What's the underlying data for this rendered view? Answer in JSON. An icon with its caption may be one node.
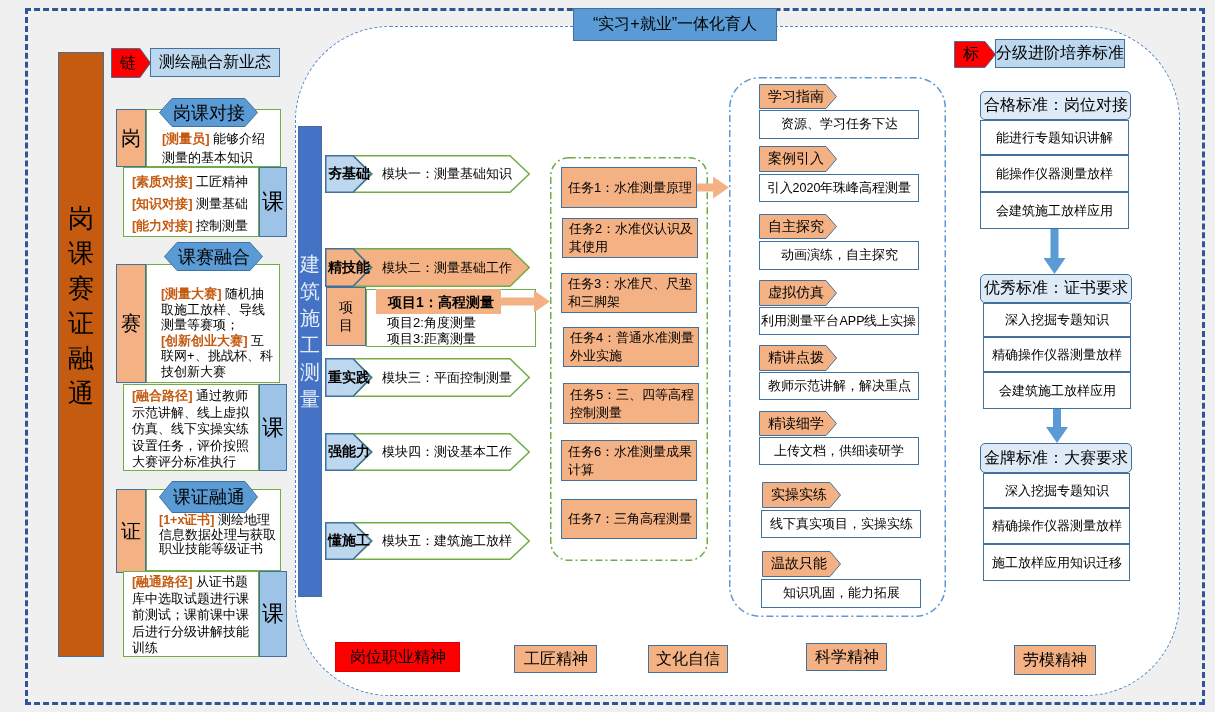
{
  "diagram": {
    "nodes": [
      {
        "text": [
          "“实习+就业”一体化育人"
        ]
      },
      {
        "text": [
          "岗课赛证融通"
        ]
      },
      {
        "text": [
          "链"
        ]
      },
      {
        "text": [
          "测绘融合新业态"
        ]
      },
      {
        "text": [
          "岗课对接"
        ]
      },
      {
        "text": [
          "岗"
        ]
      },
      {
        "text": [
          "**[测量员]** 能够介绍测量的基本知识"
        ]
      },
      {
        "text": [
          "**[素质对接]** 工匠精神",
          "**[知识对接]** 测量基础",
          "**[能力对接]** 控制测量"
        ]
      },
      {
        "text": [
          "课"
        ]
      },
      {
        "text": [
          "课赛融合"
        ]
      },
      {
        "text": [
          "赛"
        ]
      },
      {
        "text": [
          "**[测量大赛]** 随机抽取施工放样、导线测量等赛项；",
          "**[创新创业大赛]** 互联网+、挑战杯、科技创新大赛"
        ]
      },
      {
        "text": [
          "**[融合路径]** 通过教师示范讲解、线上虚拟仿真、线下实操实练设置任务，评价按照大赛评分标准执行"
        ]
      },
      {
        "text": [
          "课"
        ]
      },
      {
        "text": [
          "课证融通"
        ]
      },
      {
        "text": [
          "证"
        ]
      },
      {
        "text": [
          "**[1+x证书]** 测绘地理信息数据处理与获取职业技能等级证书"
        ]
      },
      {
        "text": [
          "**[融通路径]** 从证书题库中选取试题进行课前测试；课前课中课后进行分级讲解技能训练"
        ]
      },
      {
        "text": [
          "课"
        ]
      },
      {
        "text": [
          "建筑施工测量"
        ]
      },
      {
        "text": [
          "夯基础",
          "模块一：测量基础知识"
        ]
      },
      {
        "text": [
          "精技能",
          "模块二：测量基础工作"
        ]
      },
      {
        "text": [
          "项目"
        ]
      },
      {
        "text": [
          "项目2:角度测量",
          "项目3:距离测量"
        ]
      },
      {
        "text": [
          "项目1：高程测量"
        ],
        "in": 23
      },
      {
        "text": [
          "重实践",
          "模块三：平面控制测量"
        ]
      },
      {
        "text": [
          "强能力",
          "模块四：测设基本工作"
        ]
      },
      {
        "text": [
          "懂施工",
          "模块五：建筑施工放样"
        ]
      },
      {
        "text": [],
        "shape": "box"
      },
      {
        "text": [
          "任务1：水准测量原理"
        ],
        "in": 28
      },
      {
        "text": [
          "任务2：水准仪认识及其使用"
        ],
        "in": 28
      },
      {
        "text": [
          "任务3：水准尺、尺垫和三脚架"
        ],
        "in": 28
      },
      {
        "text": [
          "任务4：普通水准测量外业实施"
        ],
        "in": 28
      },
      {
        "text": [
          "任务5：三、四等高程控制测量"
        ],
        "in": 28
      },
      {
        "text": [
          "任务6：水准测量成果计算"
        ],
        "in": 28
      },
      {
        "text": [
          "任务7：三角高程测量"
        ],
        "in": 28
      },
      {
        "text": [],
        "shape": "box"
      },
      {
        "text": [
          "学习指南"
        ],
        "in": 36
      },
      {
        "text": [
          "资源、学习任务下达"
        ],
        "in": 36
      },
      {
        "text": [
          "案例引入"
        ],
        "in": 36
      },
      {
        "text": [
          "引入2020年珠峰高程测量"
        ],
        "in": 36
      },
      {
        "text": [
          "自主探究"
        ],
        "in": 36
      },
      {
        "text": [
          "动画演练，自主探究"
        ],
        "in": 36
      },
      {
        "text": [
          "虚拟仿真"
        ],
        "in": 36
      },
      {
        "text": [
          "利用测量平台APP线上实操"
        ],
        "in": 36
      },
      {
        "text": [
          "精讲点拨"
        ],
        "in": 36
      },
      {
        "text": [
          "教师示范讲解，解决重点"
        ],
        "in": 36
      },
      {
        "text": [
          "精读细学"
        ],
        "in": 36
      },
      {
        "text": [
          "上传文档，供细读研学"
        ],
        "in": 36
      },
      {
        "text": [
          "实操实练"
        ],
        "in": 36
      },
      {
        "text": [
          "线下真实项目，实操实练"
        ],
        "in": 36
      },
      {
        "text": [
          "温故只能"
        ],
        "in": 36
      },
      {
        "text": [
          "知识巩固，能力拓展"
        ],
        "in": 36
      },
      {
        "text": [
          "标"
        ]
      },
      {
        "text": [
          "分级进阶培养标准"
        ]
      },
      {
        "text": [
          "合格标准：岗位对接"
        ]
      },
      {
        "text": [
          "能进行专题知识讲解"
        ]
      },
      {
        "text": [
          "能操作仪器测量放样"
        ]
      },
      {
        "text": [
          "会建筑施工放样应用"
        ]
      },
      {
        "text": [
          "优秀标准：证书要求"
        ]
      },
      {
        "text": [
          "深入挖掘专题知识"
        ]
      },
      {
        "text": [
          "精确操作仪器测量放样"
        ]
      },
      {
        "text": [
          "会建筑施工放样应用"
        ]
      },
      {
        "text": [
          "金牌标准：大赛要求"
        ]
      },
      {
        "text": [
          "深入挖掘专题知识"
        ]
      },
      {
        "text": [
          "精确操作仪器测量放样"
        ]
      },
      {
        "text": [
          "施工放样应用知识迁移"
        ]
      },
      {
        "text": [
          "岗位职业精神"
        ]
      },
      {
        "text": [
          "工匠精神"
        ]
      },
      {
        "text": [
          "文化自信"
        ]
      },
      {
        "text": [
          "科学精神"
        ]
      },
      {
        "text": [
          "劳模精神"
        ]
      }
    ],
    "edges": [
      {
        "from": 24,
        "to": 28,
        "arrow": "to",
        "color": "#f4b183"
      },
      {
        "from": 29,
        "to": 36,
        "arrow": "to",
        "color": "#f4b183"
      },
      {
        "from": 58,
        "to": 59,
        "arrow": "to",
        "color": "#5b9bd5"
      },
      {
        "from": 62,
        "to": 63,
        "arrow": "to",
        "color": "#5b9bd5"
      }
    ]
  }
}
